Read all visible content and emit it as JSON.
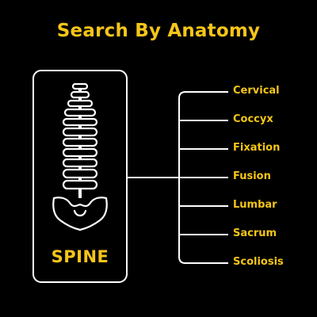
{
  "header": {
    "title": "Search By Anatomy"
  },
  "card": {
    "label": "SPINE",
    "icon": "spine-icon"
  },
  "anatomy": {
    "items": [
      {
        "label": "Cervical"
      },
      {
        "label": "Coccyx"
      },
      {
        "label": "Fixation"
      },
      {
        "label": "Fusion"
      },
      {
        "label": "Lumbar"
      },
      {
        "label": "Sacrum"
      },
      {
        "label": "Scoliosis"
      }
    ]
  },
  "colors": {
    "accent": "#f5c518",
    "background": "#000000",
    "line": "#ffffff"
  }
}
